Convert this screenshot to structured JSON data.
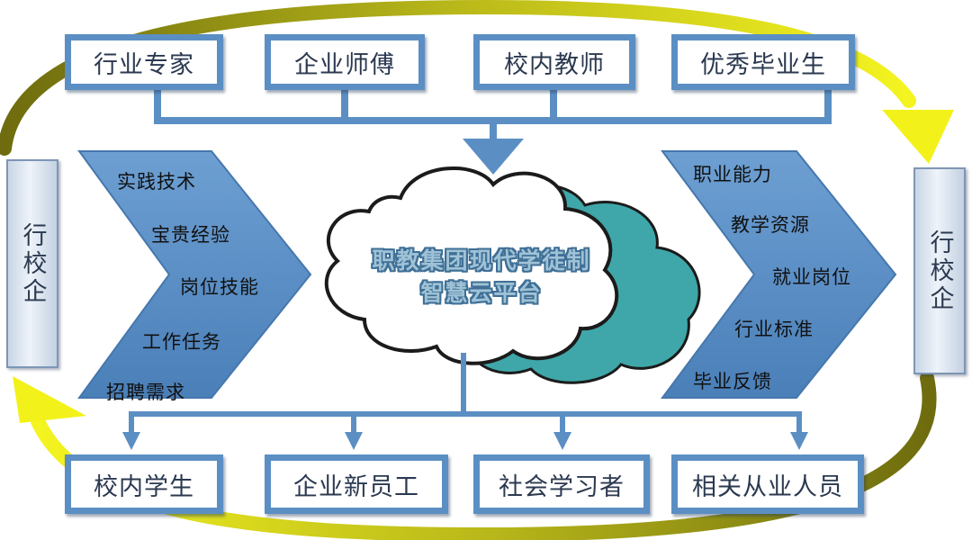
{
  "top_sources": [
    "行业专家",
    "企业师傅",
    "校内教师",
    "优秀毕业生"
  ],
  "left_side_label": "行校企",
  "right_side_label": "行校企",
  "left_inputs": [
    "实践技术",
    "宝贵经验",
    "岗位技能",
    "工作任务",
    "招聘需求"
  ],
  "right_outputs": [
    "职业能力",
    "教学资源",
    "就业岗位",
    "行业标准",
    "毕业反馈"
  ],
  "platform": {
    "title_line1": "职教集团现代学徒制",
    "title_line2": "智慧云平台"
  },
  "bottom_users": [
    "校内学生",
    "企业新员工",
    "社会学习者",
    "相关从业人员"
  ],
  "colors": {
    "box_border": "#5b8fc4",
    "chevron_fill": "#5b8fc4",
    "connector": "#5b8fc4",
    "cycle_arrow_dark": "#7c7a12",
    "cycle_arrow_light": "#f2f21a",
    "cloud_back": "#3fa7a9",
    "cloud_front": "#ffffff"
  }
}
